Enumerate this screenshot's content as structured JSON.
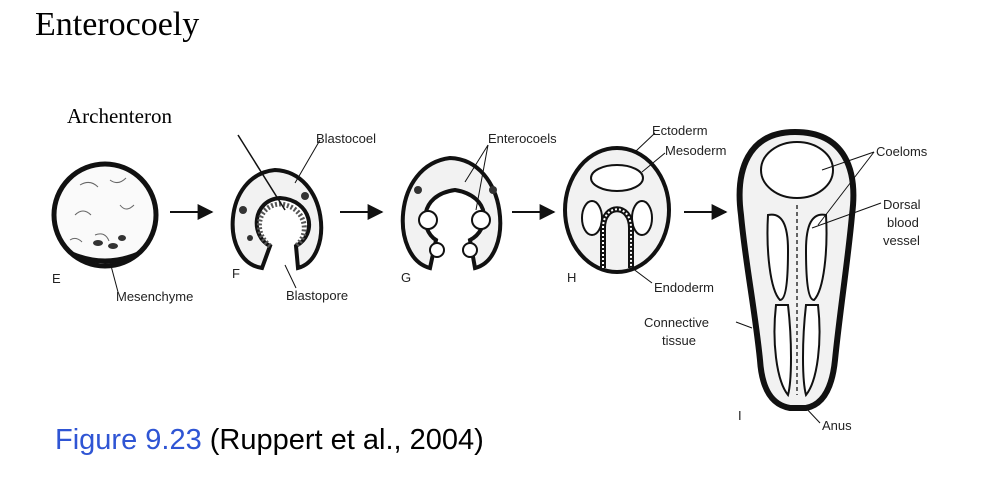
{
  "title": "Enterocoely",
  "archenteron_label": "Archenteron",
  "stages": [
    "E",
    "F",
    "G",
    "H",
    "I"
  ],
  "labels": {
    "mesenchyme": "Mesenchyme",
    "blastocoel": "Blastocoel",
    "blastopore": "Blastopore",
    "enterocoels": "Enterocoels",
    "ectoderm": "Ectoderm",
    "mesoderm": "Mesoderm",
    "endoderm": "Endoderm",
    "coeloms": "Coeloms",
    "dorsal_1": "Dorsal",
    "dorsal_2": "blood",
    "dorsal_3": "vessel",
    "connective_1": "Connective",
    "connective_2": "tissue",
    "anus": "Anus"
  },
  "caption": {
    "figure": "Figure 9.23",
    "citation": "(Ruppert et al., 2004)"
  },
  "colors": {
    "caption_figure": "#2f55d4",
    "ink": "#1a1a1a"
  }
}
